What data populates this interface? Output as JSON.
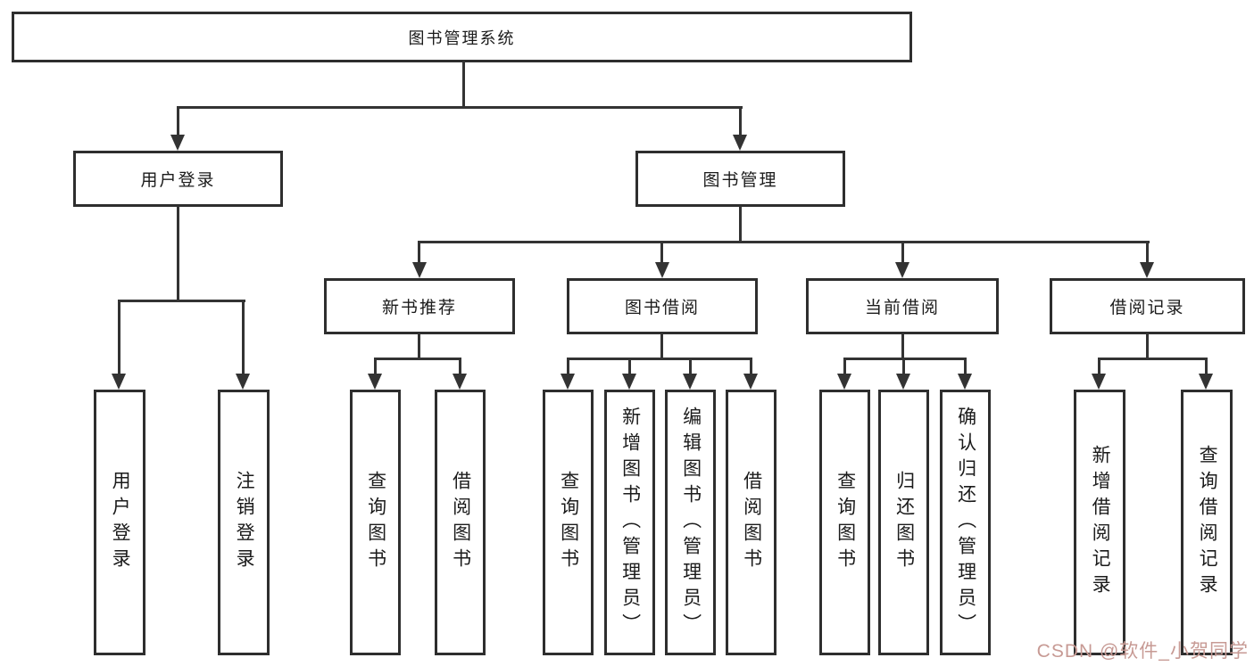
{
  "colors": {
    "line": "#333333",
    "box_border": "#2e2e2e",
    "text": "#1b1b1b",
    "watermark": "#c79a94",
    "background": "#ffffff"
  },
  "watermark": {
    "text": "CSDN @软件_小贺同学"
  },
  "diagram": {
    "root": {
      "label": "图书管理系统"
    },
    "branches": [
      {
        "label": "用户登录",
        "children": [
          {
            "label": "用户登录"
          },
          {
            "label": "注销登录"
          }
        ]
      },
      {
        "label": "图书管理",
        "children": [
          {
            "label": "新书推荐",
            "children": [
              {
                "label": "查询图书"
              },
              {
                "label": "借阅图书"
              }
            ]
          },
          {
            "label": "图书借阅",
            "children": [
              {
                "label": "查询图书"
              },
              {
                "label": "新增图书（管理员）"
              },
              {
                "label": "编辑图书（管理员）"
              },
              {
                "label": "借阅图书"
              }
            ]
          },
          {
            "label": "当前借阅",
            "children": [
              {
                "label": "查询图书"
              },
              {
                "label": "归还图书"
              },
              {
                "label": "确认归还（管理员）"
              }
            ]
          },
          {
            "label": "借阅记录",
            "children": [
              {
                "label": "新增借阅记录"
              },
              {
                "label": "查询借阅记录"
              }
            ]
          }
        ]
      }
    ]
  }
}
